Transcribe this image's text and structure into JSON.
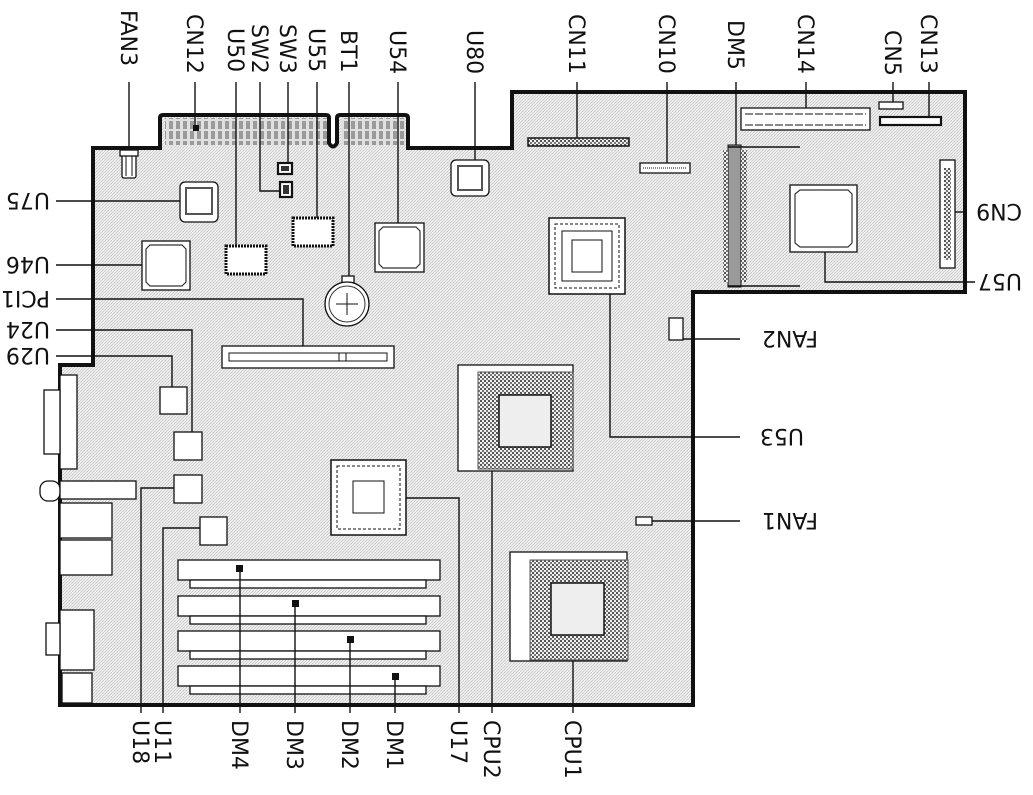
{
  "title": "Mainboard component layout",
  "labels": {
    "top": [
      {
        "id": "FAN3",
        "text": "FAN3"
      },
      {
        "id": "CN12",
        "text": "CN12"
      },
      {
        "id": "U50",
        "text": "U50"
      },
      {
        "id": "SW2",
        "text": "SW2"
      },
      {
        "id": "SW3",
        "text": "SW3"
      },
      {
        "id": "U55",
        "text": "U55"
      },
      {
        "id": "BT1",
        "text": "BT1"
      },
      {
        "id": "U54",
        "text": "U54"
      },
      {
        "id": "U80",
        "text": "U80"
      },
      {
        "id": "CN11",
        "text": "CN11"
      },
      {
        "id": "CN10",
        "text": "CN10"
      },
      {
        "id": "DM5",
        "text": "DM5"
      },
      {
        "id": "CN14",
        "text": "CN14"
      },
      {
        "id": "CN5",
        "text": "CN5"
      },
      {
        "id": "CN13",
        "text": "CN13"
      }
    ],
    "left": [
      {
        "id": "U75",
        "text": "U75"
      },
      {
        "id": "U46",
        "text": "U46"
      },
      {
        "id": "PCI1",
        "text": "PCI1"
      },
      {
        "id": "U24",
        "text": "U24"
      },
      {
        "id": "U29",
        "text": "U29"
      }
    ],
    "right": [
      {
        "id": "CN9",
        "text": "CN9"
      },
      {
        "id": "U57",
        "text": "U57"
      },
      {
        "id": "FAN2",
        "text": "FAN2"
      },
      {
        "id": "U53",
        "text": "U53"
      },
      {
        "id": "FAN1",
        "text": "FAN1"
      }
    ],
    "bottom": [
      {
        "id": "U18",
        "text": "U18"
      },
      {
        "id": "U11",
        "text": "U11"
      },
      {
        "id": "DM4",
        "text": "DM4"
      },
      {
        "id": "DM3",
        "text": "DM3"
      },
      {
        "id": "DM2",
        "text": "DM2"
      },
      {
        "id": "DM1",
        "text": "DM1"
      },
      {
        "id": "U17",
        "text": "U17"
      },
      {
        "id": "CPU2",
        "text": "CPU2"
      },
      {
        "id": "CPU1",
        "text": "CPU1"
      }
    ]
  },
  "colors": {
    "board_fill": "#e6e6e6",
    "line": "#111111",
    "slot_gray": "#9a9a9a"
  }
}
